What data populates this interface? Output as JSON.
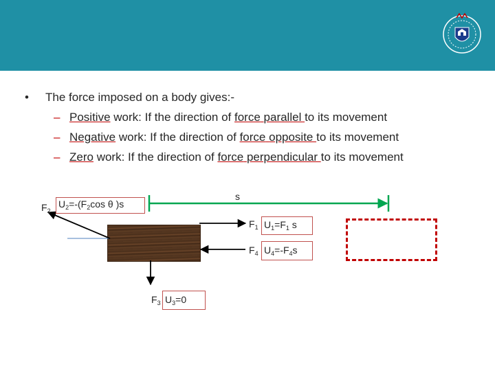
{
  "slide": {
    "header_color": "#1f90a5",
    "logo_icon": "university-crest-icon",
    "bullet": {
      "marker": "•",
      "text": "The force imposed on a body gives:-"
    },
    "items": [
      {
        "dash": "–",
        "keyword": "Positive",
        "mid": " work: If the direction of ",
        "force": "force",
        "space": " ",
        "direction": "parallel ",
        "tail": "to its movement"
      },
      {
        "dash": "–",
        "keyword": "Negative",
        "mid": " work: If the direction of ",
        "force": "force",
        "space": " ",
        "direction": "opposite ",
        "tail": "to its movement"
      },
      {
        "dash": "–",
        "keyword": "Zero",
        "mid": " work: If the direction of ",
        "force": "force",
        "space": " ",
        "direction": "perpendicular ",
        "tail": "to its movement"
      }
    ]
  },
  "diagram": {
    "displacement_label": "s",
    "forces": {
      "f1": {
        "label": "F",
        "sub": "1",
        "eq": {
          "a": "U",
          "a_sub": "1",
          "b": "=F",
          "b_sub": "1",
          "c": " s"
        }
      },
      "f2": {
        "label": "F",
        "sub": "2",
        "eq": {
          "a": "U",
          "a_sub": "2",
          "b": "=-(F",
          "b_sub": "2",
          "c": "cos θ )s"
        }
      },
      "f3": {
        "label": "F",
        "sub": "3",
        "eq": {
          "a": "U",
          "a_sub": "3",
          "c": "=0"
        }
      },
      "f4": {
        "label": "F",
        "sub": "4",
        "eq": {
          "a": "U",
          "a_sub": "4",
          "b": "=-F",
          "b_sub": "4",
          "c": "s"
        }
      }
    },
    "colors": {
      "displacement": "#00a650",
      "arrows": "#000000",
      "box_border": "#c0504d",
      "dashed": "#c00000",
      "angle_line": "#4f81bd"
    }
  }
}
